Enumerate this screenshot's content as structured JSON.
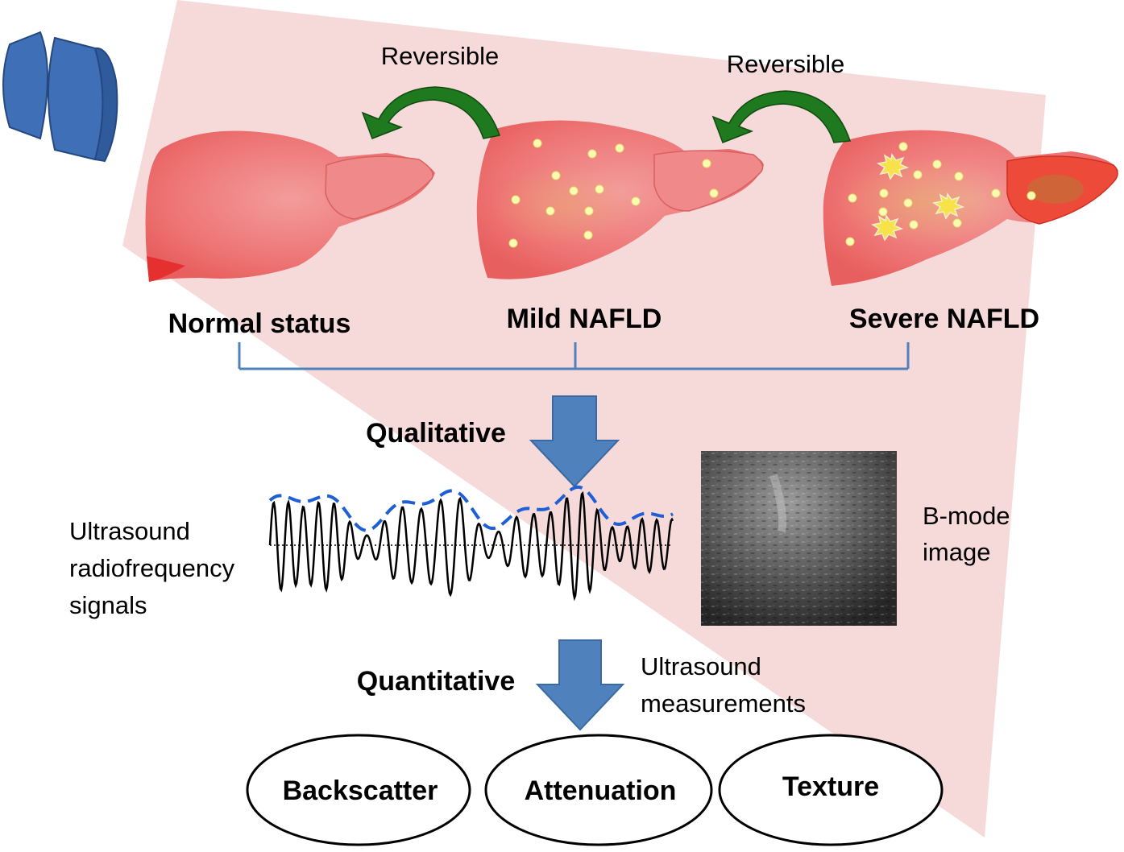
{
  "stages": {
    "normal": "Normal status",
    "mild": "Mild NAFLD",
    "severe": "Severe NAFLD"
  },
  "reversible_labels": [
    "Reversible",
    "Reversible"
  ],
  "qualitative": "Qualitative",
  "quantitative": "Quantitative",
  "rf_signal_label": [
    "Ultrasound",
    "radiofrequency",
    "signals"
  ],
  "bmode_label": [
    "B-mode",
    "image"
  ],
  "measurements_label": [
    "Ultrasound",
    "measurements"
  ],
  "measurements": [
    "Backscatter",
    "Attenuation",
    "Texture"
  ],
  "colors": {
    "beam": "#f6dada",
    "liver": "#ee6b6b",
    "fat_droplet": "#fafcb4",
    "arrow_green": "#1f7a1f",
    "arrow_blue": "#4f81bd",
    "transducer": "#3f6fb6",
    "bracket": "#4f81bd",
    "envelope": "#1f5fd6"
  },
  "icons": [
    "transducer-icon",
    "reversible-arrow-icon",
    "down-arrow-icon"
  ]
}
